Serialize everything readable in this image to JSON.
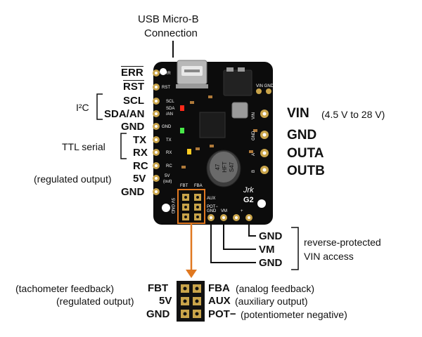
{
  "usb": {
    "title_line1": "USB Micro-B",
    "title_line2": "Connection"
  },
  "left_pins": {
    "err": "ERR",
    "rst": "RST",
    "scl": "SCL",
    "sda_an": "SDA/AN",
    "gnd1": "GND",
    "tx": "TX",
    "rx": "RX",
    "rc": "RC",
    "v5": "5V",
    "gnd2": "GND"
  },
  "left_notes": {
    "i2c": "I²C",
    "ttl_serial": "TTL serial",
    "regulated_output": "(regulated output)"
  },
  "right_pins": {
    "vin": "VIN",
    "vin_range": "(4.5 V to 28 V)",
    "gnd": "GND",
    "outa": "OUTA",
    "outb": "OUTB"
  },
  "bottom_pins": {
    "gnd_a": "GND",
    "vm": "VM",
    "gnd_b": "GND",
    "note_line1": "reverse-protected",
    "note_line2": "VIN access"
  },
  "header_detail": {
    "fbt": "FBT",
    "fbt_note": "(tachometer feedback)",
    "fba": "FBA",
    "fba_note": "(analog feedback)",
    "v5": "5V",
    "v5_note": "(regulated output)",
    "aux": "AUX",
    "aux_note": "(auxiliary output)",
    "gnd": "GND",
    "pot": "POT−",
    "pot_note": "(potentiometer negative)"
  },
  "board": {
    "model_line1": "Jrk",
    "model_line2": "G2",
    "cap_line1": "47",
    "cap_line2": "HFT",
    "cap_line3": "S47",
    "silk_err": "ERR",
    "silk_rst": "RST",
    "silk_scl": "SCL",
    "silk_sda": "SDA",
    "silk_an": "/AN",
    "silk_gnd": "GND",
    "silk_tx": "TX",
    "silk_rx": "RX",
    "silk_rc": "RC",
    "silk_5v": "5V",
    "silk_out": "(out)",
    "silk_fbt": "FBT",
    "silk_fba": "FBA",
    "silk_aux": "AUX",
    "silk_pot": "POT−",
    "silk_gnd_b": "GND",
    "silk_vm": "VM",
    "silk_plus": "+",
    "silk_5v_gnd": "5V GND",
    "silk_vin": "VIN",
    "silk_vin_gnd": "VIN GND",
    "silk_gnd_r": "GND",
    "silk_a": "A",
    "silk_b": "B"
  },
  "colors": {
    "board": "#0c0c0c",
    "gold": "#c9a44a",
    "arrow": "#e07820",
    "led_red": "#ff2a1a",
    "led_green": "#48e848",
    "led_yellow": "#ffcc22"
  }
}
